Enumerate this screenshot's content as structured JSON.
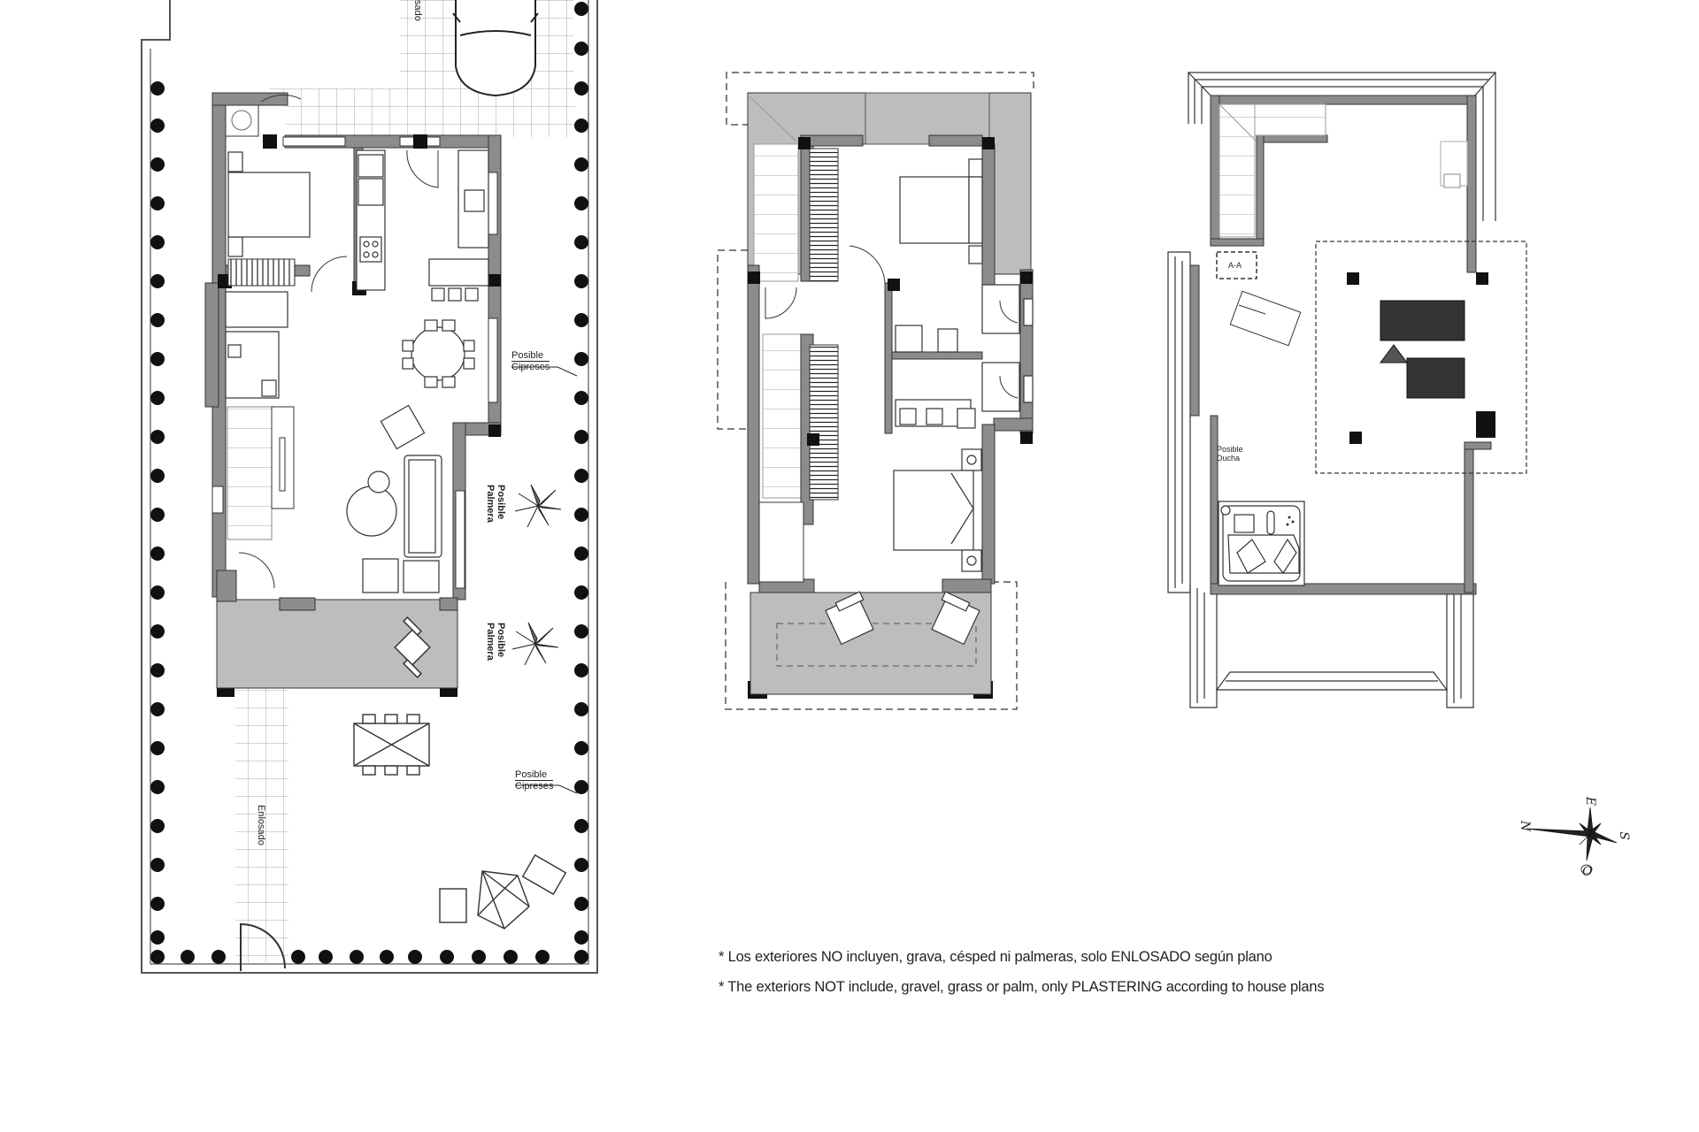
{
  "plans": {
    "ground_floor": {
      "labels": {
        "cipreses_top": [
          "Posible",
          "Cipreses"
        ],
        "palmera_top": [
          "Posible",
          "Palmera"
        ],
        "palmera_bottom": [
          "Posible",
          "Palmera"
        ],
        "cipreses_bottom": [
          "Posible",
          "Cipreses"
        ],
        "enlosado_path": "Enlosado",
        "enlosado_parking": "sado"
      }
    },
    "first_floor": {},
    "roof_terrace": {
      "labels": {
        "section_mark": "A-A",
        "shower": [
          "Posible",
          "Ducha"
        ]
      }
    }
  },
  "compass": {
    "N": "N",
    "E": "E",
    "S": "S",
    "O": "O"
  },
  "notes": [
    "* Los exteriores NO incluyen, grava, césped ni palmeras, solo ENLOSADO según plano",
    "* The exteriors NOT include, gravel, grass or palm, only PLASTERING according to house plans"
  ],
  "colors": {
    "wall": "#8c8c8c",
    "column": "#111111",
    "terrace_fill": "#bdbdbd",
    "tree_dot": "#111111",
    "tile_grid": "#9a9a9a",
    "line": "#333333"
  }
}
